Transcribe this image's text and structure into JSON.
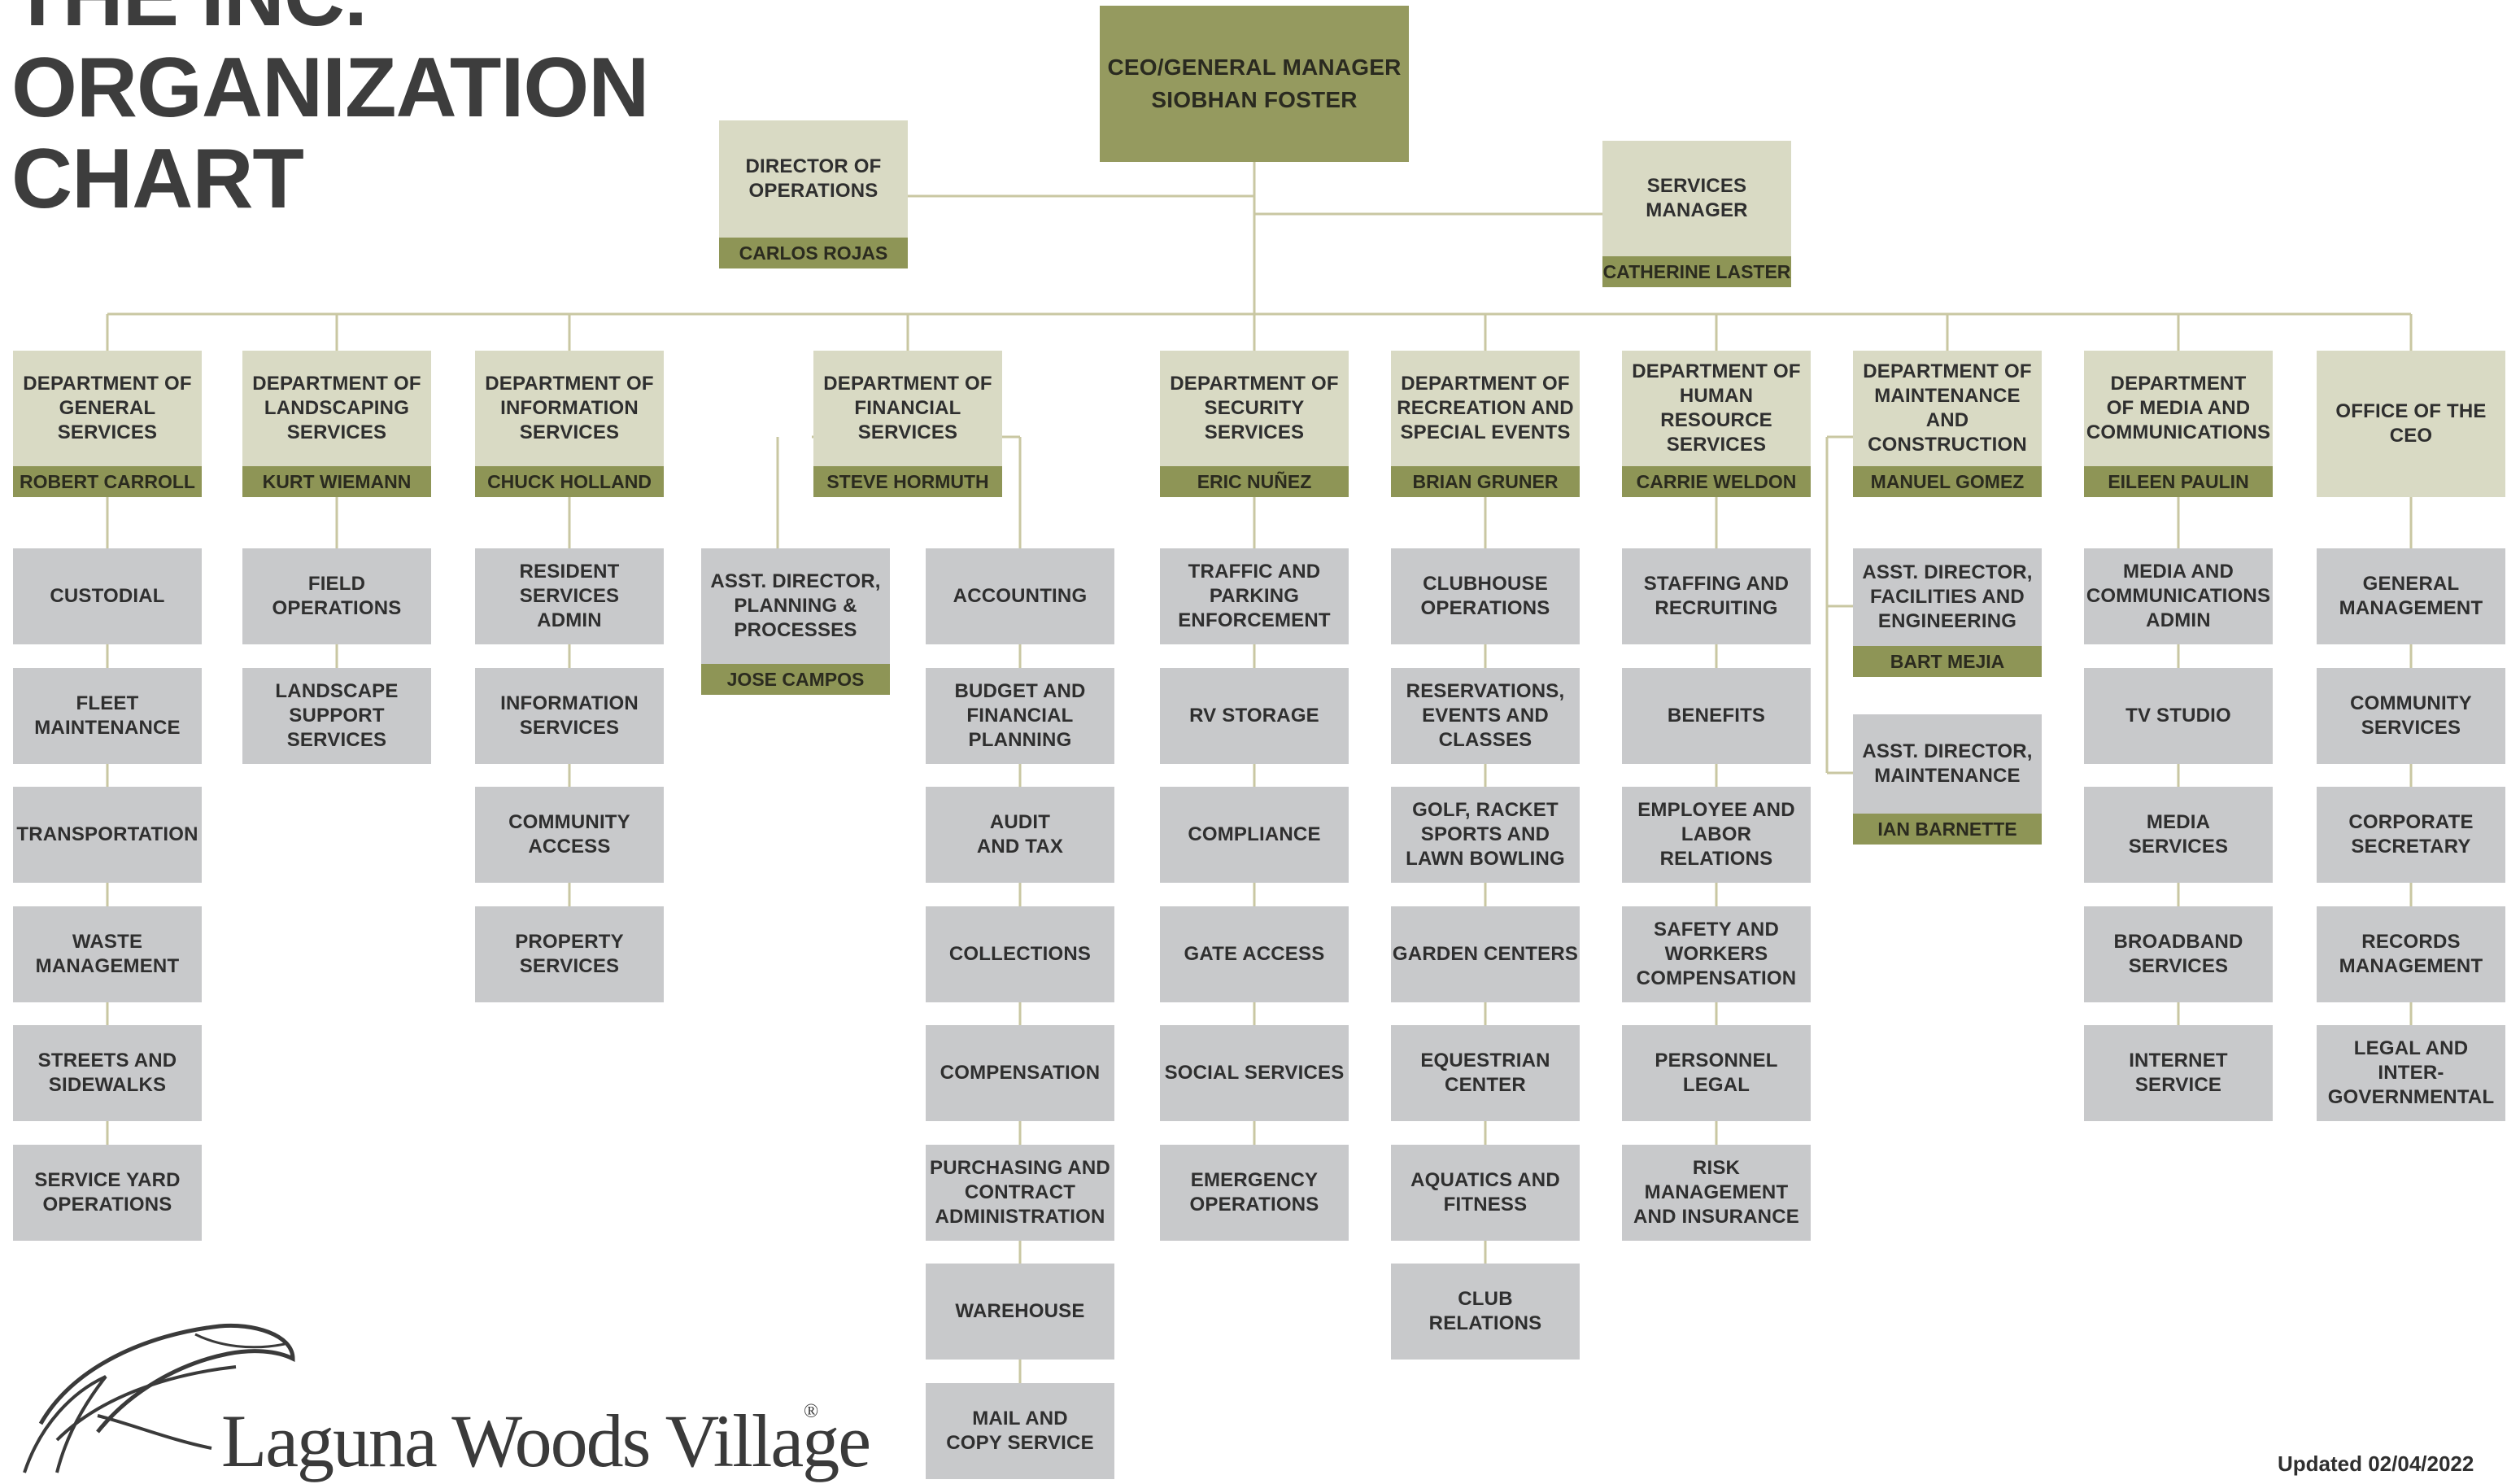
{
  "title": "THE INC.\nORGANIZATION\nCHART",
  "updated": "Updated 02/04/2022",
  "logo": {
    "text": "Laguna Woods Village",
    "mark": "®",
    "icon": "leaf-logo-icon"
  },
  "colors": {
    "olive": "#959a5f",
    "name_band": "#8e9556",
    "dept": "#d9dac4",
    "unit": "#c8c9cb",
    "line": "#c9c7a2"
  },
  "top": {
    "ceo": {
      "title": "CEO/GENERAL MANAGER\nSIOBHAN FOSTER"
    },
    "director": {
      "title": "DIRECTOR OF\nOPERATIONS",
      "name": "CARLOS ROJAS"
    },
    "services": {
      "title": "SERVICES\nMANAGER",
      "name": "CATHERINE LASTER"
    }
  },
  "departments": [
    {
      "title": "DEPARTMENT OF\nGENERAL SERVICES",
      "name": "ROBERT CARROLL",
      "units": [
        "CUSTODIAL",
        "FLEET\nMAINTENANCE",
        "TRANSPORTATION",
        "WASTE\nMANAGEMENT",
        "STREETS AND\nSIDEWALKS",
        "SERVICE YARD\nOPERATIONS"
      ]
    },
    {
      "title": "DEPARTMENT OF\nLANDSCAPING\nSERVICES",
      "name": "KURT WIEMANN",
      "units": [
        "FIELD\nOPERATIONS",
        "LANDSCAPE\nSUPPORT\nSERVICES"
      ]
    },
    {
      "title": "DEPARTMENT OF\nINFORMATION\nSERVICES",
      "name": "CHUCK HOLLAND",
      "units": [
        "RESIDENT\nSERVICES\nADMIN",
        "INFORMATION\nSERVICES",
        "COMMUNITY\nACCESS",
        "PROPERTY\nSERVICES"
      ]
    },
    {
      "title": "DEPARTMENT OF\nFINANCIAL\nSERVICES",
      "name": "STEVE HORMUTH",
      "assistants": [
        {
          "title": "ASST. DIRECTOR,\nPLANNING &\nPROCESSES",
          "name": "JOSE CAMPOS"
        }
      ],
      "units": [
        "ACCOUNTING",
        "BUDGET AND\nFINANCIAL\nPLANNING",
        "AUDIT\nAND TAX",
        "COLLECTIONS",
        "COMPENSATION",
        "PURCHASING AND\nCONTRACT\nADMINISTRATION",
        "WAREHOUSE",
        "MAIL AND\nCOPY SERVICE"
      ]
    },
    {
      "title": "DEPARTMENT OF\nSECURITY SERVICES",
      "name": "ERIC NUÑEZ",
      "units": [
        "TRAFFIC AND\nPARKING\nENFORCEMENT",
        "RV STORAGE",
        "COMPLIANCE",
        "GATE ACCESS",
        "SOCIAL SERVICES",
        "EMERGENCY\nOPERATIONS"
      ]
    },
    {
      "title": "DEPARTMENT OF\nRECREATION AND\nSPECIAL EVENTS",
      "name": "BRIAN GRUNER",
      "units": [
        "CLUBHOUSE\nOPERATIONS",
        "RESERVATIONS,\nEVENTS AND\nCLASSES",
        "GOLF, RACKET\nSPORTS AND\nLAWN BOWLING",
        "GARDEN CENTERS",
        "EQUESTRIAN\nCENTER",
        "AQUATICS AND\nFITNESS",
        "CLUB\nRELATIONS"
      ]
    },
    {
      "title": "DEPARTMENT OF\nHUMAN RESOURCE\nSERVICES",
      "name": "CARRIE WELDON",
      "units": [
        "STAFFING AND\nRECRUITING",
        "BENEFITS",
        "EMPLOYEE AND\nLABOR\nRELATIONS",
        "SAFETY AND\nWORKERS\nCOMPENSATION",
        "PERSONNEL\nLEGAL",
        "RISK\nMANAGEMENT\nAND INSURANCE"
      ]
    },
    {
      "title": "DEPARTMENT OF\nMAINTENANCE AND\nCONSTRUCTION",
      "name": "MANUEL GOMEZ",
      "assistants": [
        {
          "title": "ASST. DIRECTOR,\nFACILITIES AND\nENGINEERING",
          "name": "BART MEJIA"
        },
        {
          "title": "ASST. DIRECTOR,\nMAINTENANCE",
          "name": "IAN BARNETTE"
        }
      ],
      "units": []
    },
    {
      "title": "DEPARTMENT\nOF MEDIA AND\nCOMMUNICATIONS",
      "name": "EILEEN PAULIN",
      "units": [
        "MEDIA AND\nCOMMUNICATIONS\nADMIN",
        "TV STUDIO",
        "MEDIA\nSERVICES",
        "BROADBAND\nSERVICES",
        "INTERNET\nSERVICE"
      ]
    },
    {
      "title": "OFFICE OF THE CEO",
      "name": "",
      "units": [
        "GENERAL\nMANAGEMENT",
        "COMMUNITY\nSERVICES",
        "CORPORATE\nSECRETARY",
        "RECORDS\nMANAGEMENT",
        "LEGAL AND\nINTER-\nGOVERNMENTAL"
      ]
    }
  ]
}
